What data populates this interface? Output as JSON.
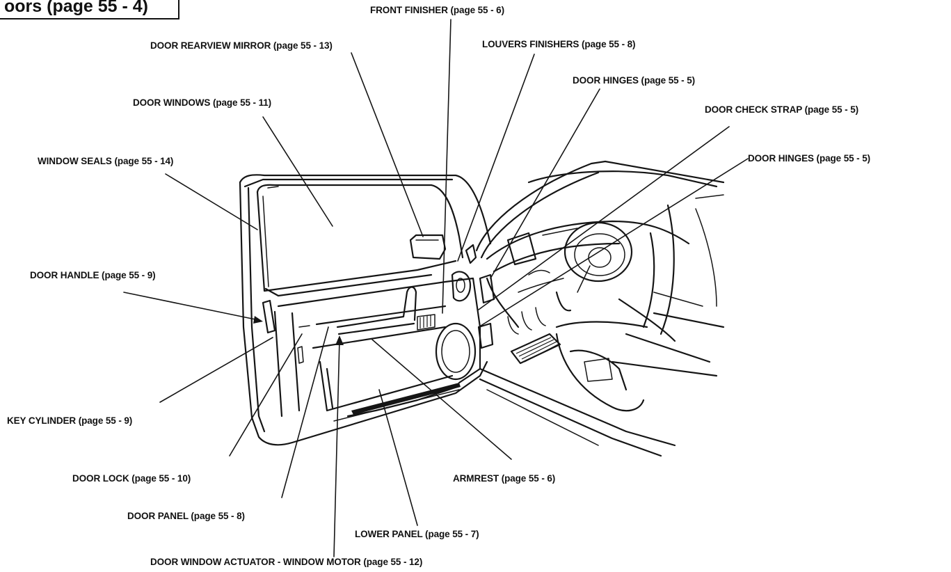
{
  "header": {
    "title": "oors (page 55 - 4)"
  },
  "callouts": {
    "front_finisher": "FRONT FINISHER (page 55 - 6)",
    "door_rearview_mirror": "DOOR REARVIEW MIRROR (page 55 - 13)",
    "louvers_finishers": "LOUVERS FINISHERS (page 55 - 8)",
    "door_hinges_upper": "DOOR HINGES (page 55 - 5)",
    "door_windows": "DOOR WINDOWS (page 55 - 11)",
    "door_check_strap": "DOOR CHECK STRAP (page 55 - 5)",
    "window_seals": "WINDOW SEALS (page 55 - 14)",
    "door_hinges_lower": "DOOR HINGES (page 55 - 5)",
    "door_handle": "DOOR HANDLE (page 55 - 9)",
    "key_cylinder": "KEY CYLINDER (page 55 - 9)",
    "door_lock": "DOOR LOCK (page 55 - 10)",
    "armrest": "ARMREST (page 55 - 6)",
    "door_panel": "DOOR PANEL (page 55 - 8)",
    "lower_panel": "LOWER PANEL (page 55 - 7)",
    "door_window_actuator": "DOOR WINDOW ACTUATOR - WINDOW MOTOR (page 55 - 12)"
  }
}
